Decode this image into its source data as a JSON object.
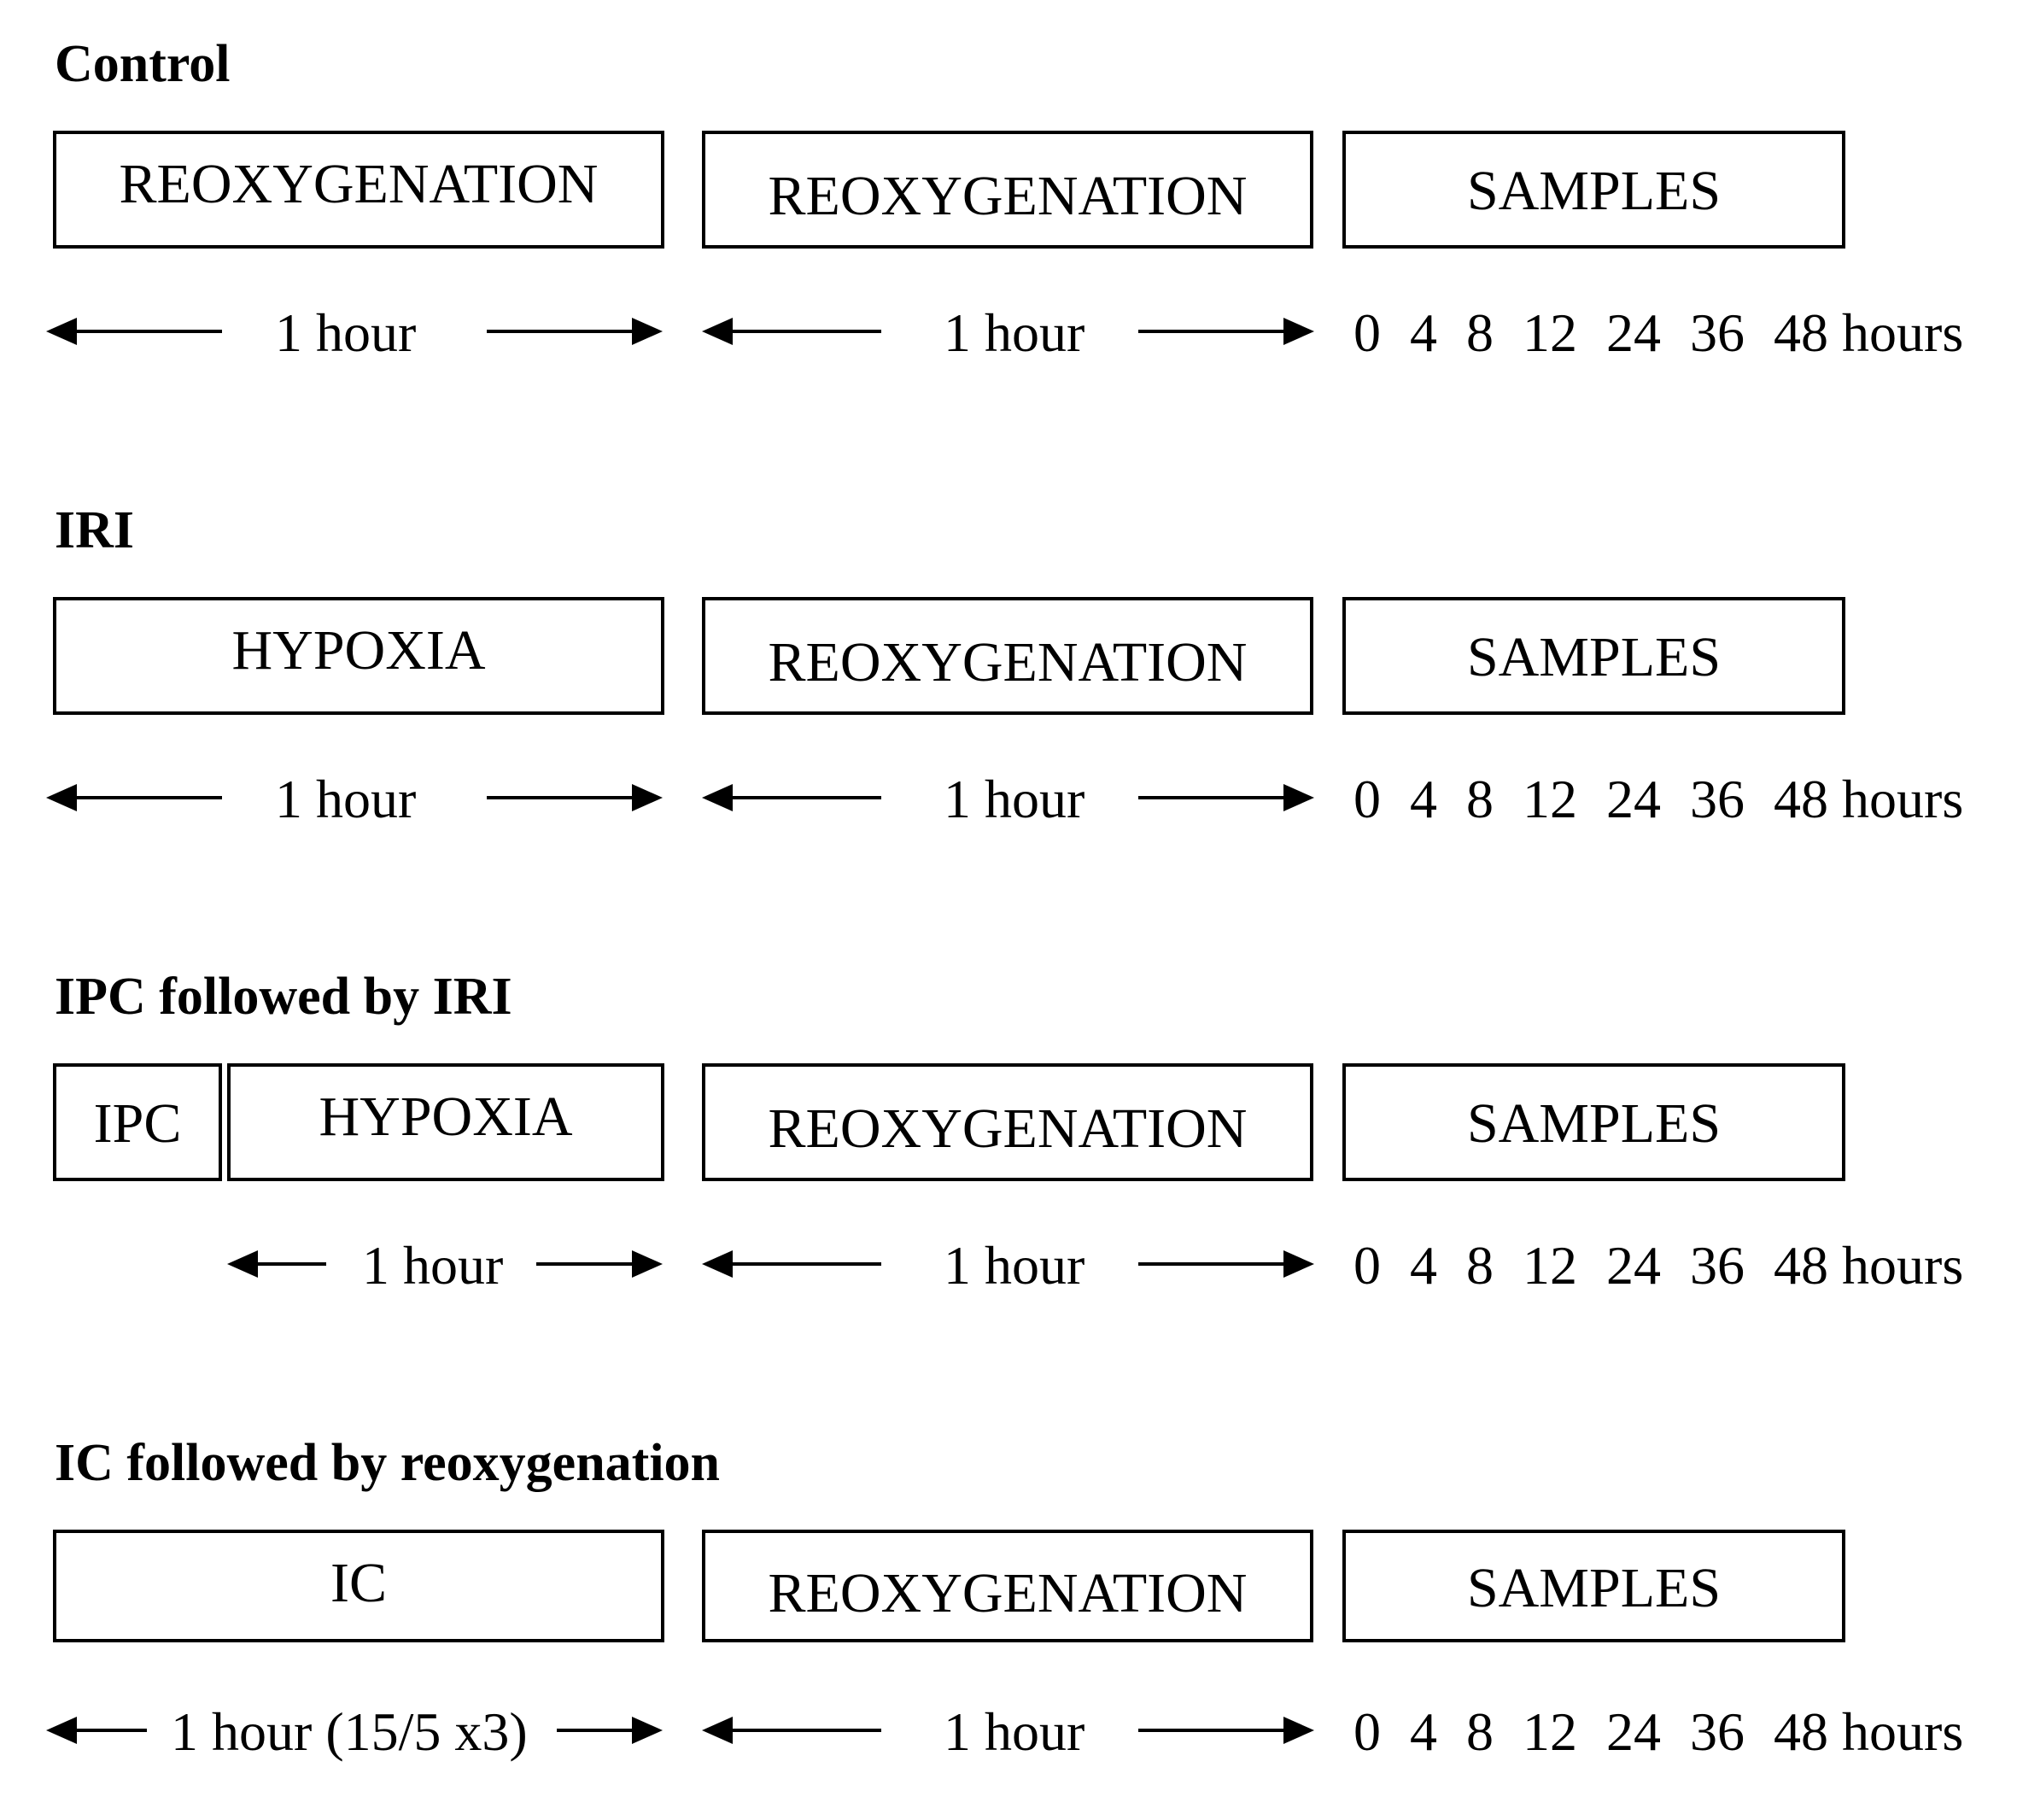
{
  "sections": [
    {
      "title": "Control",
      "boxes": [
        "REOXYGENATION",
        "REOXYGENATION",
        "SAMPLES"
      ],
      "durations": [
        "1 hour",
        "1 hour"
      ],
      "timepoints": [
        "0",
        "4",
        "8",
        "12",
        "24",
        "36",
        "48 hours"
      ]
    },
    {
      "title": "IRI",
      "boxes": [
        "HYPOXIA",
        "REOXYGENATION",
        "SAMPLES"
      ],
      "durations": [
        "1 hour",
        "1 hour"
      ],
      "timepoints": [
        "0",
        "4",
        "8",
        "12",
        "24",
        "36",
        "48 hours"
      ]
    },
    {
      "title": "IPC followed by IRI",
      "boxes": [
        "IPC",
        "HYPOXIA",
        "REOXYGENATION",
        "SAMPLES"
      ],
      "durations": [
        "1 hour",
        "1 hour"
      ],
      "timepoints": [
        "0",
        "4",
        "8",
        "12",
        "24",
        "36",
        "48 hours"
      ]
    },
    {
      "title": "IC followed by reoxygenation",
      "boxes": [
        "IC",
        "REOXYGENATION",
        "SAMPLES"
      ],
      "durations": [
        "1 hour (15/5 x3)",
        "1 hour"
      ],
      "timepoints": [
        "0",
        "4",
        "8",
        "12",
        "24",
        "36",
        "48 hours"
      ]
    }
  ]
}
